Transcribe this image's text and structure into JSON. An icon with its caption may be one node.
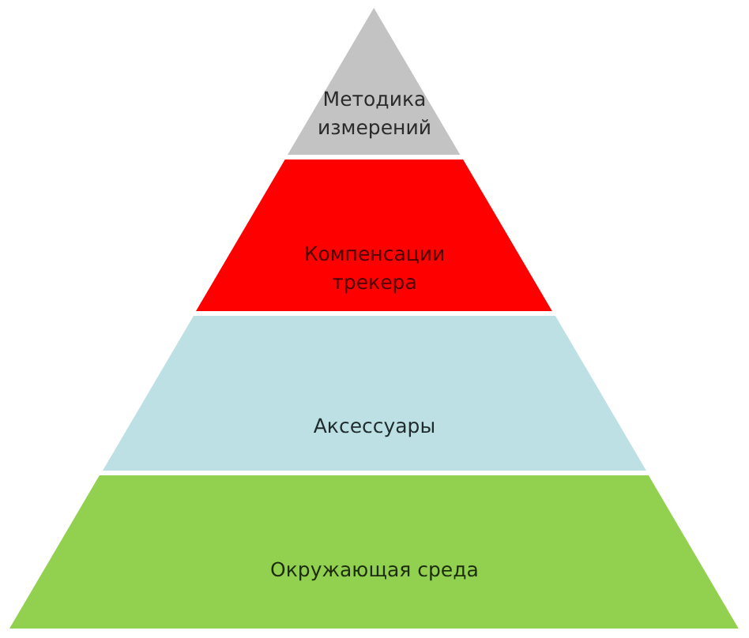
{
  "diagram": {
    "nodes": [
      {
        "text": [
          "Методика измерений"
        ]
      },
      {
        "text": [
          "Компенсации трекера"
        ]
      },
      {
        "text": [
          "Аксессуары"
        ]
      },
      {
        "text": [
          "Окружающая среда"
        ]
      }
    ]
  }
}
